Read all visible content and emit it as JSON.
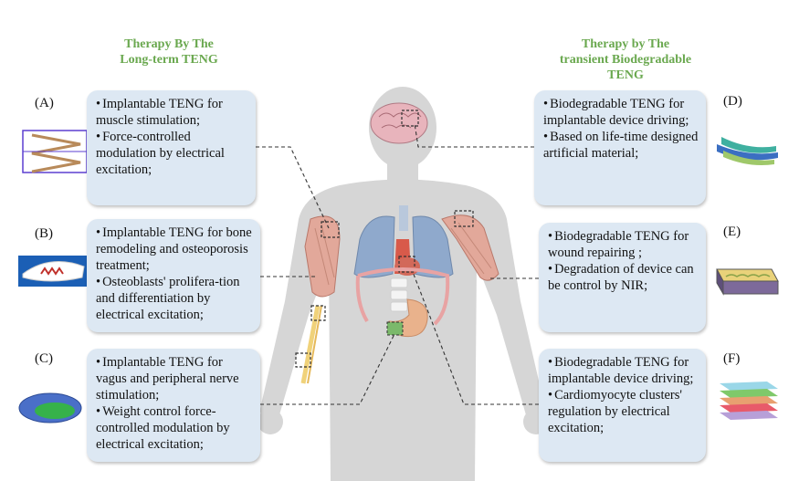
{
  "titles": {
    "left": [
      "Therapy By The",
      "Long-term  TENG"
    ],
    "right": [
      "Therapy  by The",
      "transient Biodegradable",
      "TENG"
    ]
  },
  "colors": {
    "title": "#6aa84f",
    "box": "#dde8f3"
  },
  "panels": [
    {
      "tag": "(A)",
      "lines": [
        "Implantable TENG for muscle stimulation;",
        "Force-controlled modulation by electrical excitation;"
      ]
    },
    {
      "tag": "(B)",
      "lines": [
        "Implantable TENG for bone remodeling and osteoporosis treatment;",
        "Osteoblasts' prolifera-tion and differentiation by electrical excitation;"
      ]
    },
    {
      "tag": "(C)",
      "lines": [
        "Implantable TENG for vagus and peripheral nerve stimulation;",
        "Weight control force-controlled modulation by electrical excitation;"
      ]
    },
    {
      "tag": "(D)",
      "lines": [
        "Biodegradable TENG for implantable device driving;",
        "Based on life-time designed artificial material;"
      ]
    },
    {
      "tag": "(E)",
      "lines": [
        "Biodegradable TENG for wound repairing ;",
        "Degradation of device can be control by NIR;"
      ]
    },
    {
      "tag": "(F)",
      "lines": [
        "Biodegradable TENG for implantable device driving;",
        "Cardiomyocyte clusters' regulation by electrical excitation;"
      ]
    }
  ]
}
